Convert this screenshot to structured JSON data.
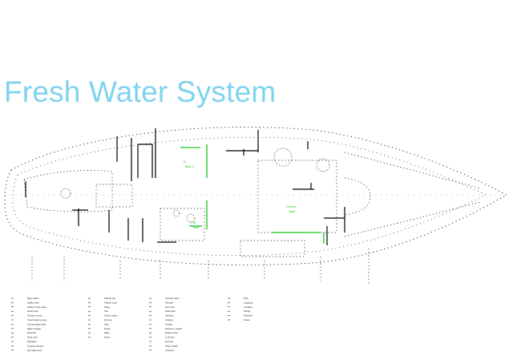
{
  "title": "Fresh Water System",
  "colors": {
    "title": "#7fd3ee",
    "plumbing": "#19c319",
    "outline": "#000000"
  },
  "tanks": [
    {
      "label_1": "Fr.",
      "label_2": "Tank 2"
    },
    {
      "label_1": "Former",
      "label_2": "Tank"
    },
    {
      "label_1": "FW",
      "label_2": "Tank"
    }
  ],
  "legend": {
    "columns": [
      [
        "Main cabin",
        "Galley sink",
        "Galley fresh water",
        "Head sink",
        "Shower sump",
        "Fresh water pump",
        "Accumulator tank",
        "Water heater",
        "Deck fill",
        "Tank vent",
        "Manifold",
        "Cockpit shower",
        "Hot water line"
      ],
      [
        "Faucet hot",
        "Faucet cold",
        "Valve",
        "Tee",
        "Check valve",
        "Fill cap",
        "Vent",
        "Pump",
        "Filter",
        "Hose"
      ],
      [
        "Forward tank",
        "Aft tank",
        "Port tank",
        "Stbd tank",
        "Selector",
        "Strainer",
        "Gauge",
        "Pressure switch",
        "Engine loop",
        "Cold line",
        "Hot line",
        "Shore water",
        "Transom"
      ],
      [
        "Size",
        "Capacity",
        "Location",
        "Fitting",
        "Material",
        "Notes"
      ]
    ]
  }
}
